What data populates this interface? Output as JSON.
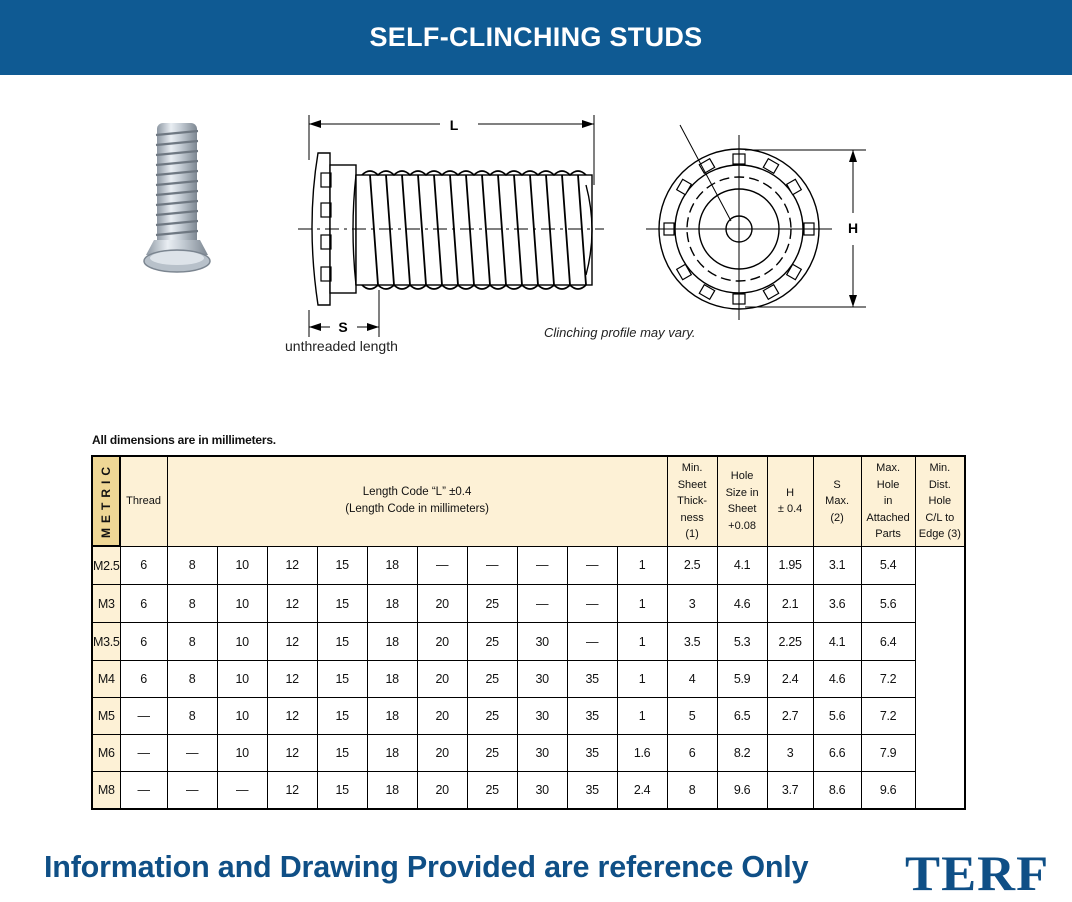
{
  "banner": {
    "title": "SELF-CLINCHING STUDS"
  },
  "figure": {
    "label_L": "L",
    "label_S": "S",
    "label_H": "H",
    "unthreaded_caption": "unthreaded length",
    "profile_caption": "Clinching profile may vary."
  },
  "note": "All dimensions are in millimeters.",
  "table": {
    "side_label": "METRIC",
    "headers": {
      "thread": "Thread",
      "length_line1": "Length Code “L” ±0.4",
      "length_line2": "(Length Code in millimeters)",
      "min_sheet": [
        "Min.",
        "Sheet",
        "Thick-",
        "ness",
        "(1)"
      ],
      "hole_size": [
        "Hole",
        "Size in",
        "Sheet",
        "+0.08"
      ],
      "h": [
        "H",
        "± 0.4"
      ],
      "s": [
        "S",
        "Max.",
        "(2)"
      ],
      "max_hole": [
        "Max.",
        "Hole",
        "in",
        "Attached",
        "Parts"
      ],
      "min_dist": [
        "Min.",
        "Dist.",
        "Hole",
        "C/L to",
        "Edge (3)"
      ]
    },
    "rows": [
      [
        "M2.5",
        "6",
        "8",
        "10",
        "12",
        "15",
        "18",
        "—",
        "—",
        "—",
        "—",
        "1",
        "2.5",
        "4.1",
        "1.95",
        "3.1",
        "5.4"
      ],
      [
        "M3",
        "6",
        "8",
        "10",
        "12",
        "15",
        "18",
        "20",
        "25",
        "—",
        "—",
        "1",
        "3",
        "4.6",
        "2.1",
        "3.6",
        "5.6"
      ],
      [
        "M3.5",
        "6",
        "8",
        "10",
        "12",
        "15",
        "18",
        "20",
        "25",
        "30",
        "—",
        "1",
        "3.5",
        "5.3",
        "2.25",
        "4.1",
        "6.4"
      ],
      [
        "M4",
        "6",
        "8",
        "10",
        "12",
        "15",
        "18",
        "20",
        "25",
        "30",
        "35",
        "1",
        "4",
        "5.9",
        "2.4",
        "4.6",
        "7.2"
      ],
      [
        "M5",
        "—",
        "8",
        "10",
        "12",
        "15",
        "18",
        "20",
        "25",
        "30",
        "35",
        "1",
        "5",
        "6.5",
        "2.7",
        "5.6",
        "7.2"
      ],
      [
        "M6",
        "—",
        "—",
        "10",
        "12",
        "15",
        "18",
        "20",
        "25",
        "30",
        "35",
        "1.6",
        "6",
        "8.2",
        "3",
        "6.6",
        "7.9"
      ],
      [
        "M8",
        "—",
        "—",
        "—",
        "12",
        "15",
        "18",
        "20",
        "25",
        "30",
        "35",
        "2.4",
        "8",
        "9.6",
        "3.7",
        "8.6",
        "9.6"
      ]
    ]
  },
  "footer": {
    "disclaimer": "Information and Drawing Provided are reference Only",
    "logo": "TERF"
  },
  "colors": {
    "banner": "#0f5a93",
    "footer_text": "#0f4f86",
    "header_fill": "#fdf1d6",
    "metric_fill": "#efd795"
  }
}
